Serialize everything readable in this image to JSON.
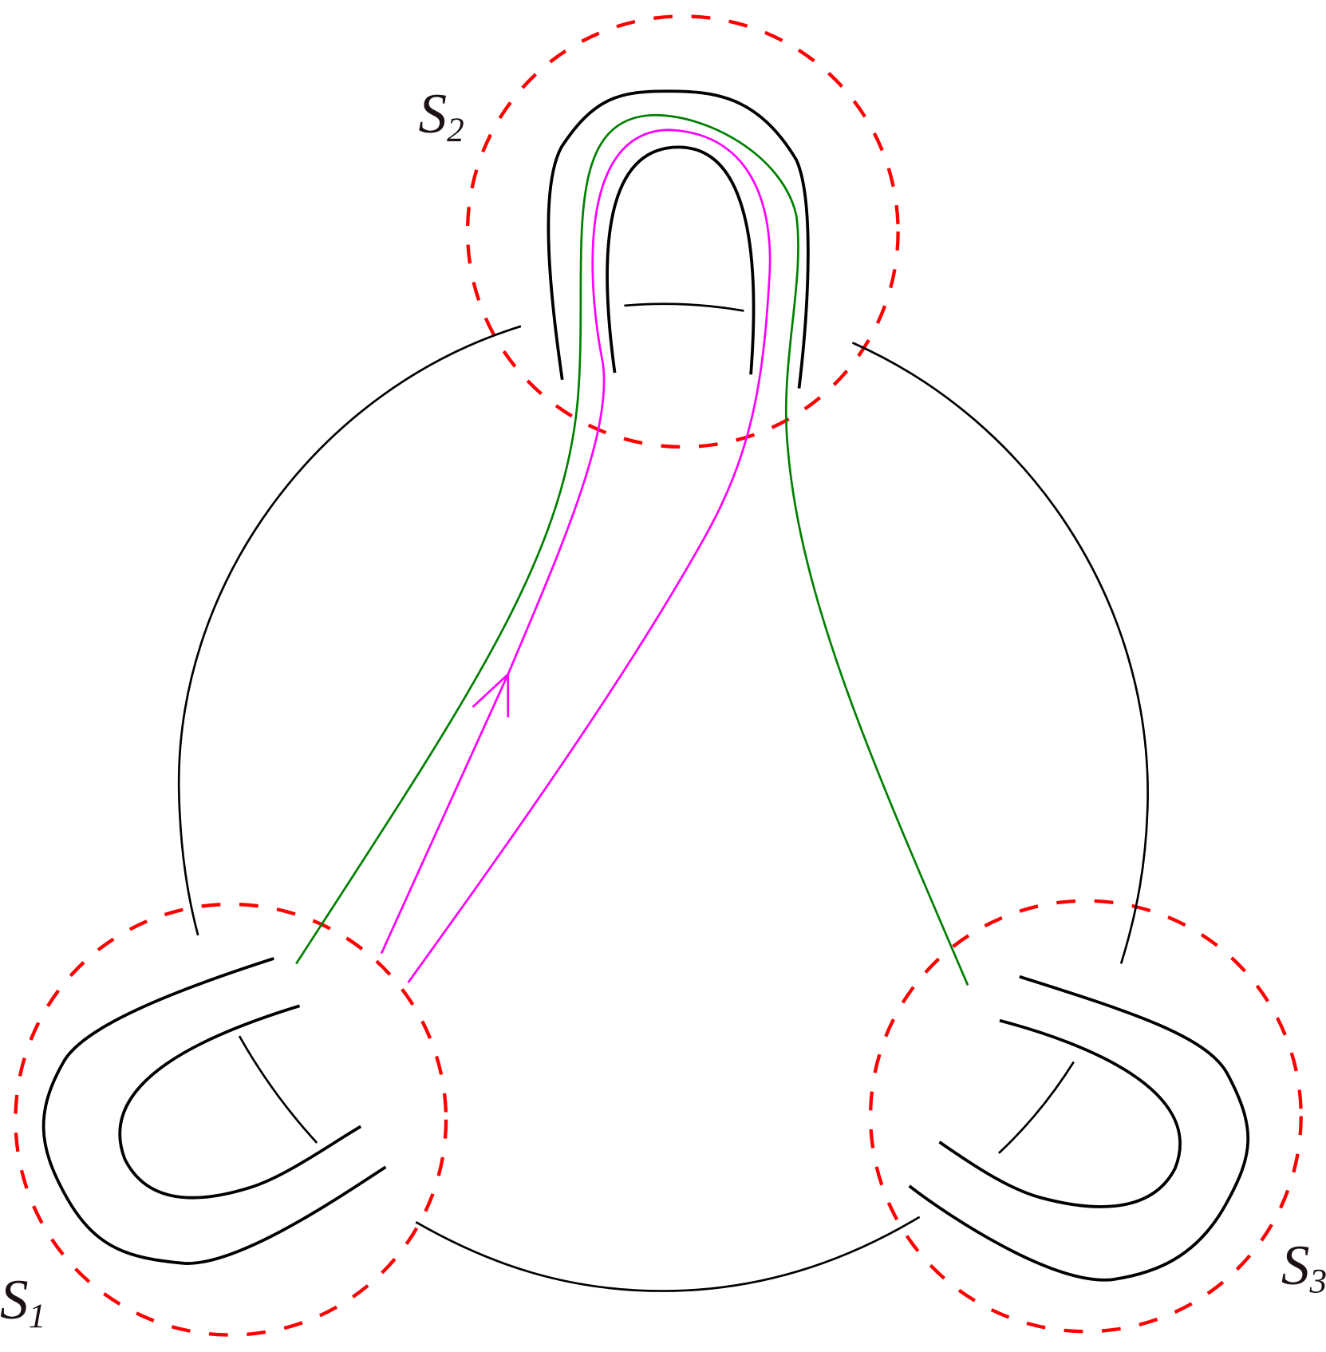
{
  "labels": {
    "s1": {
      "letter": "S",
      "sub": "1"
    },
    "s2": {
      "letter": "S",
      "sub": "2"
    },
    "s3": {
      "letter": "S",
      "sub": "3"
    }
  },
  "colors": {
    "knot": "#000000",
    "sphere": "#ff0000",
    "green_curve": "#008000",
    "magenta_curve": "#ff00ff"
  }
}
